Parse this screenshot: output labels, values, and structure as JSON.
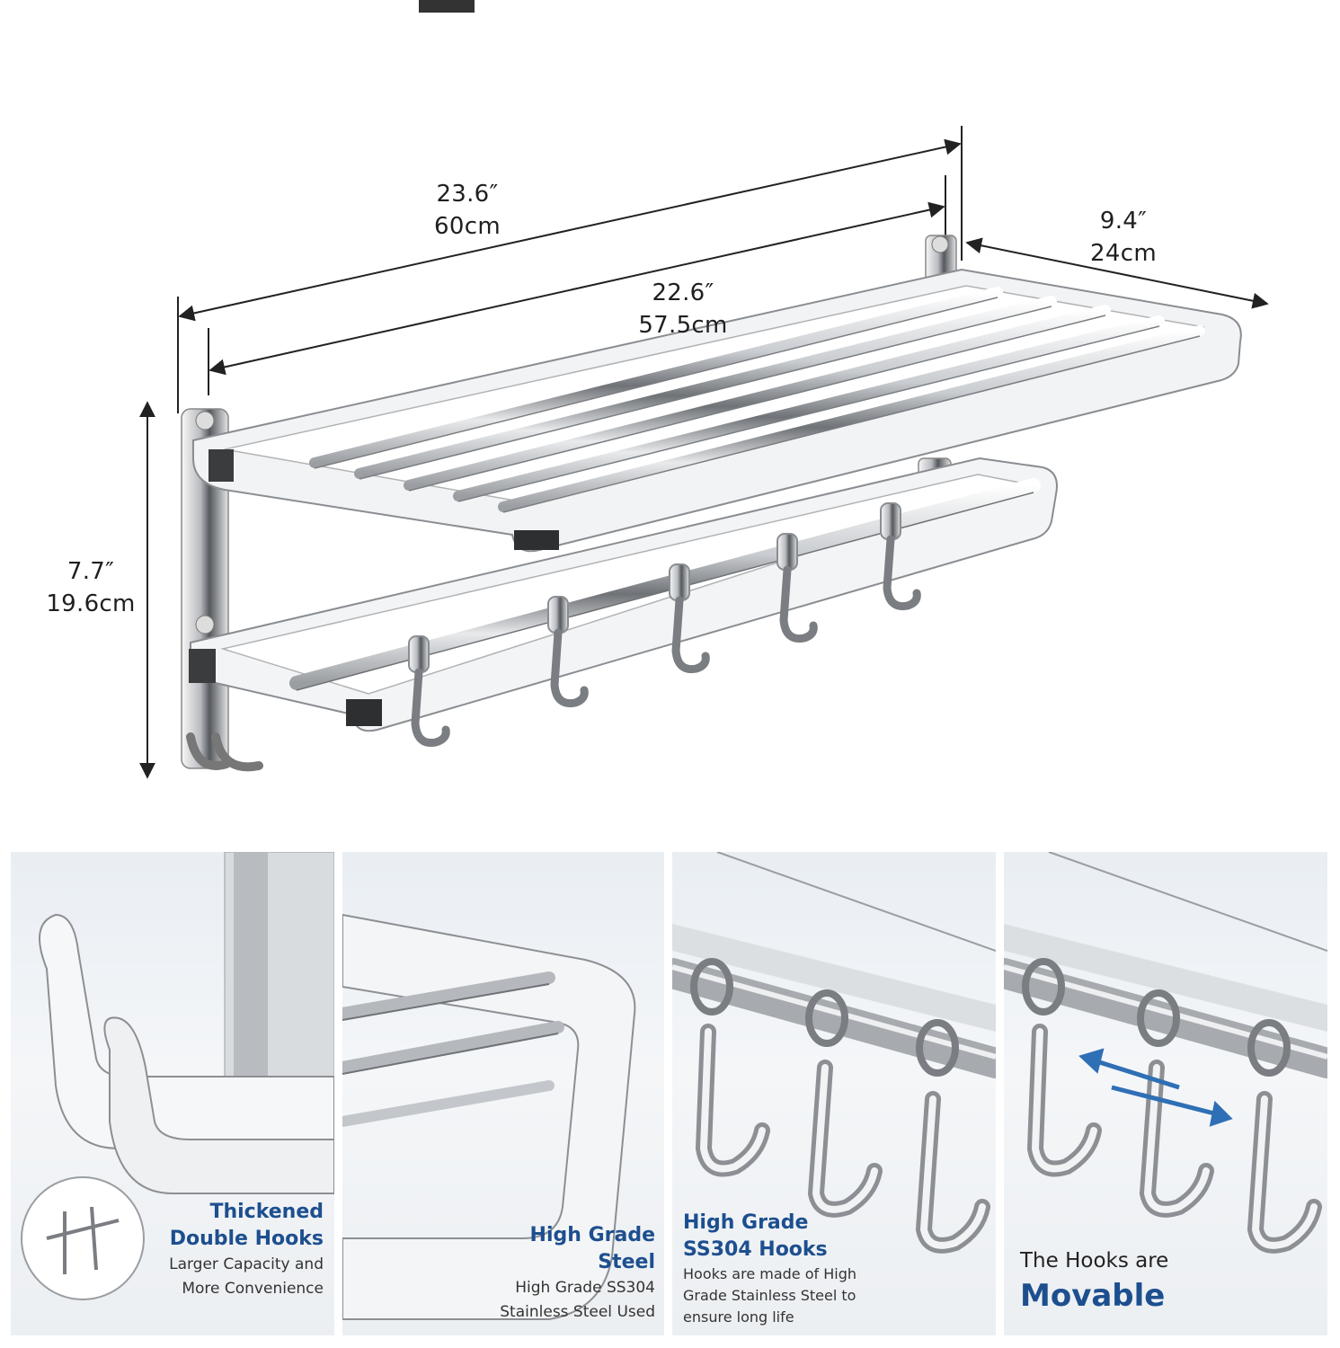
{
  "dimensions": {
    "outer_width": {
      "inches": "23.6″",
      "cm": "60cm"
    },
    "inner_width": {
      "inches": "22.6″",
      "cm": "57.5cm"
    },
    "depth": {
      "inches": "9.4″",
      "cm": "24cm"
    },
    "height": {
      "inches": "7.7″",
      "cm": "19.6cm"
    }
  },
  "panels": [
    {
      "title_line1": "Thickened",
      "title_line2": "Double Hooks",
      "sub_line1": "Larger Capacity and",
      "sub_line2": "More Convenience"
    },
    {
      "title_line1": "High Grade",
      "title_line2": "Steel",
      "sub_line1": "High Grade SS304",
      "sub_line2": "Stainless Steel Used"
    },
    {
      "title_line1": "High Grade",
      "title_line2": "SS304 Hooks",
      "sub_line1": "Hooks are made of High",
      "sub_line2": "Grade Stainless Steel to",
      "sub_line3": "ensure long life"
    },
    {
      "prefix": "The Hooks are",
      "highlight": "Movable"
    }
  ],
  "colors": {
    "caption_blue": "#1d4f8f",
    "arrow_blue": "#2f6fb5",
    "dimension_line": "#222222"
  }
}
